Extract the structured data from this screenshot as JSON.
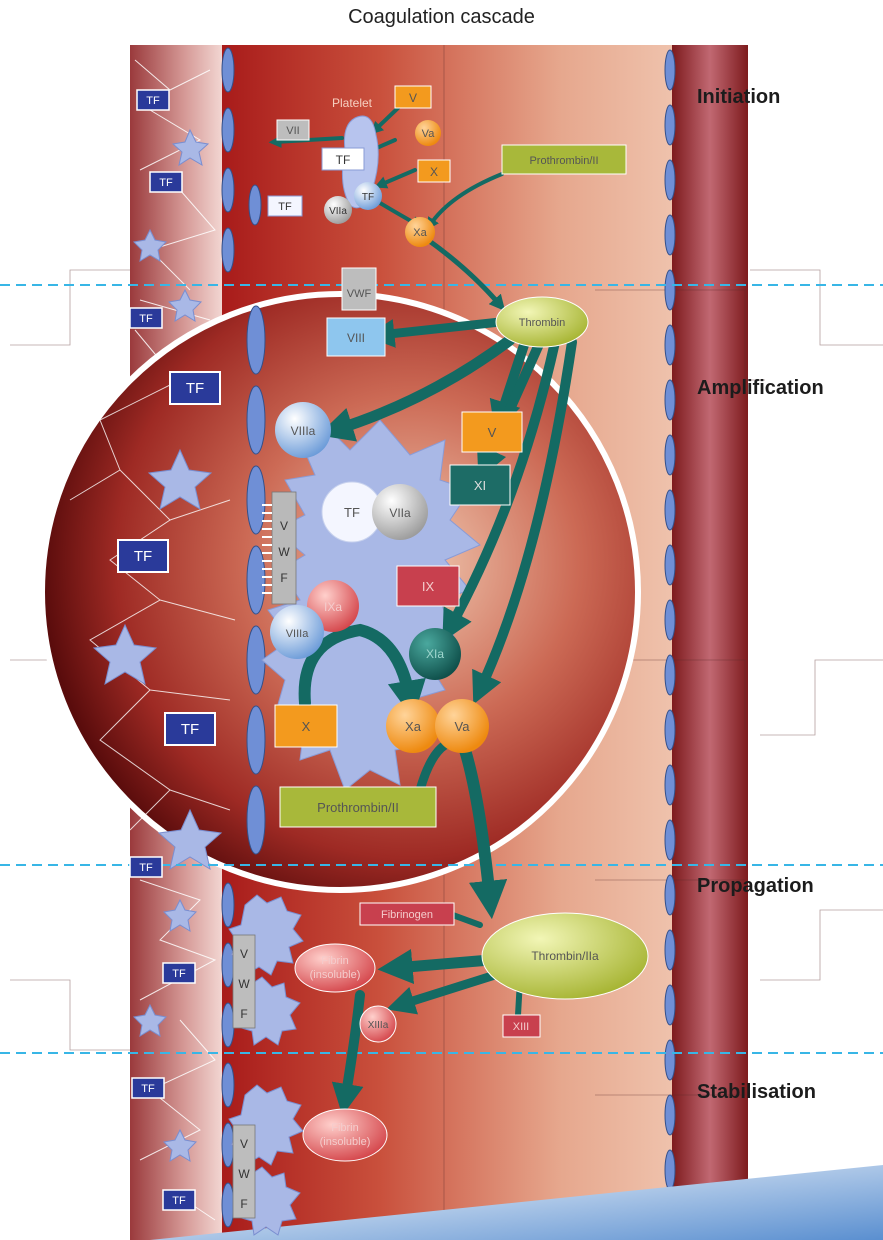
{
  "title": "Coagulation cascade",
  "phases": {
    "initiation": "Initiation",
    "amplification": "Amplification",
    "propagation": "Propagation",
    "stabilisation": "Stabilisation"
  },
  "labels": {
    "tf": "TF",
    "platelet": "Platelet",
    "vii": "VII",
    "viia": "VIIa",
    "v": "V",
    "va": "Va",
    "x": "X",
    "xa": "Xa",
    "prothrombin": "Prothrombin/II",
    "vwf": "VWF",
    "viii": "VIII",
    "viiia": "VIIIa",
    "thrombin": "Thrombin",
    "xi": "XI",
    "xia": "XIa",
    "ix": "IX",
    "ixa": "IXa",
    "vwf_v": "V",
    "vwf_w": "W",
    "vwf_f": "F",
    "fibrinogen": "Fibrinogen",
    "thrombin_iia": "Thrombin/IIa",
    "fibrin": "Fibrin",
    "insoluble": "(insoluble)",
    "xiii": "XIII",
    "xiiia": "XIIIa"
  },
  "colors": {
    "vessel_dark": "#7a1416",
    "vessel_mid": "#b83a2e",
    "vessel_light": "#e8b49a",
    "arrow": "#146a63",
    "factor_orange": "#f39a1e",
    "factor_green": "#a8b83a",
    "factor_red": "#c8404e",
    "factor_teal": "#1d6c66",
    "tf_blue": "#2a3a9a",
    "platelet_blue": "#a9b8e6",
    "dash": "#38b6e6"
  }
}
